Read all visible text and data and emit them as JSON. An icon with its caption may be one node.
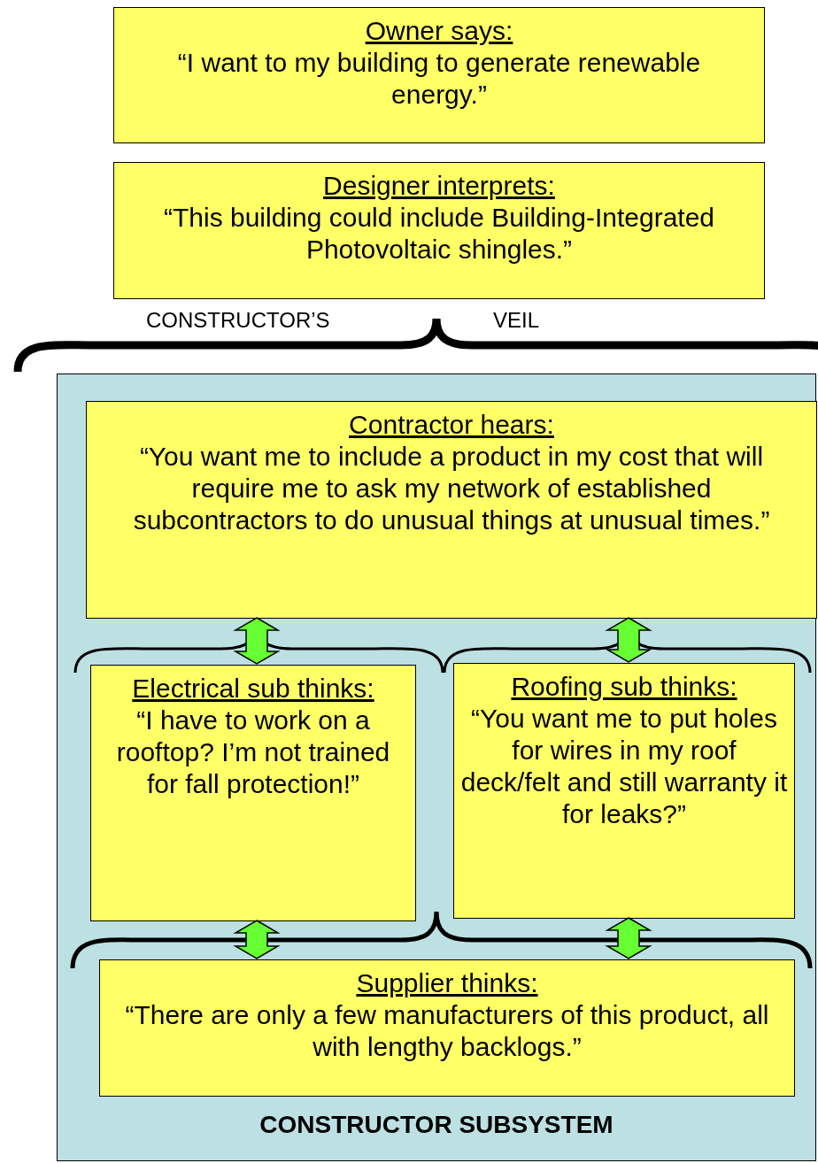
{
  "diagram": {
    "nodes": [
      {
        "text": [
          "Owner says:",
          "“I want to my building to generate renewable energy.”"
        ]
      },
      {
        "text": [
          "Designer interprets:",
          "“This building could include Building-Integrated Photovoltaic shingles.”"
        ]
      },
      {
        "text": [
          "CONSTRUCTOR SUBSYSTEM"
        ]
      },
      {
        "text": [
          "Contractor hears:",
          "“You want me to include a product in my cost that will require me to ask my network of established subcontractors to do unusual things at unusual times.”"
        ],
        "in": 2
      },
      {
        "text": [
          "Electrical sub thinks:",
          "“I have to work on a rooftop? I’m not trained for fall protection!”"
        ],
        "in": 2
      },
      {
        "text": [
          "Roofing sub thinks:",
          "“You want me to put holes for wires in my roof deck/felt and still warranty it for leaks?”"
        ],
        "in": 2
      },
      {
        "text": [
          "Supplier thinks:",
          "“There are only a few manufacturers of this product, all with lengthy backlogs.”"
        ],
        "in": 2
      }
    ],
    "edges": [
      {
        "from": 3,
        "to": 4,
        "arrow": "both"
      },
      {
        "from": 3,
        "to": 5,
        "arrow": "both"
      },
      {
        "from": 4,
        "to": 6,
        "arrow": "both"
      },
      {
        "from": 5,
        "to": 6,
        "arrow": "both"
      }
    ],
    "labels": [
      "CONSTRUCTOR’S",
      "VEIL"
    ]
  }
}
